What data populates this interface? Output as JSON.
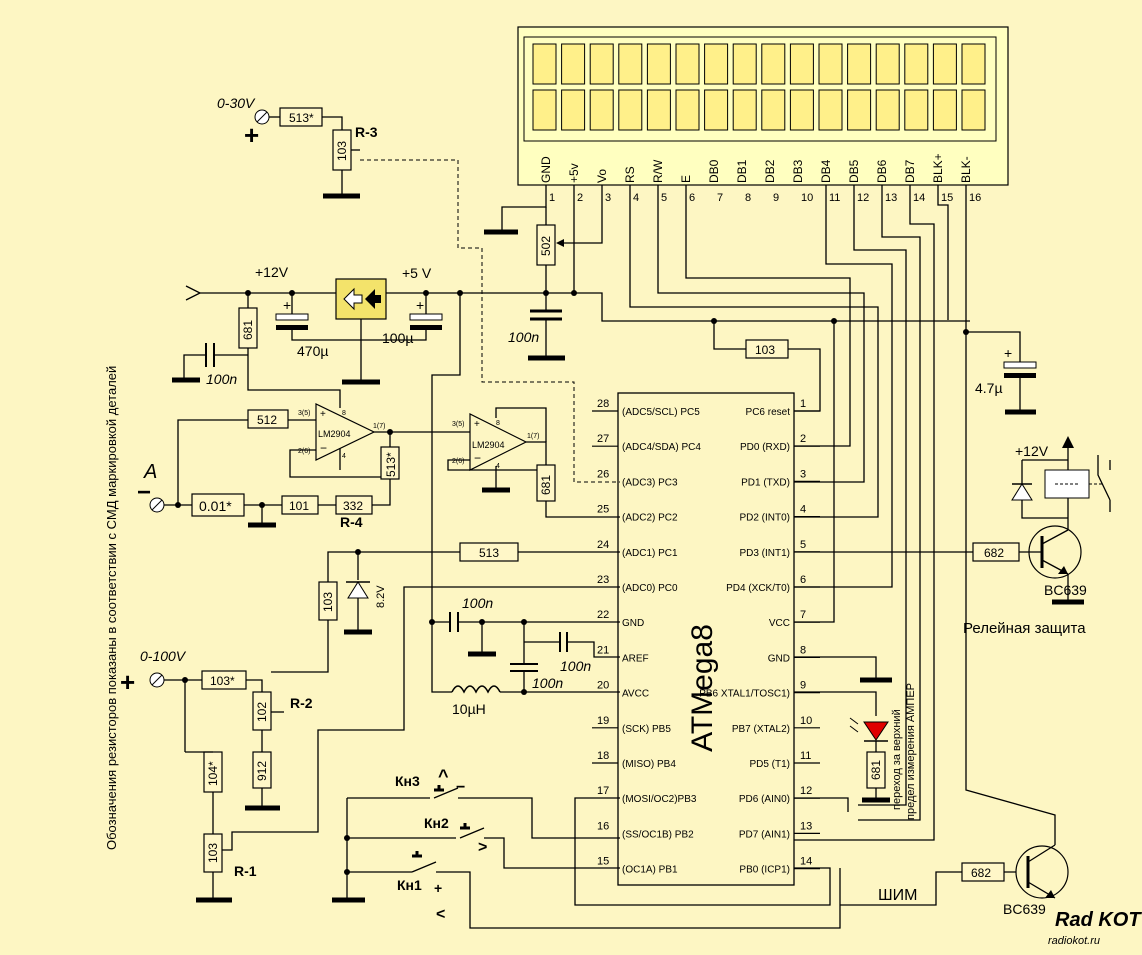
{
  "lcd": {
    "pins": [
      "GND",
      "+5v",
      "Vo",
      "RS",
      "R/W",
      "E",
      "DB0",
      "DB1",
      "DB2",
      "DB3",
      "DB4",
      "DB5",
      "DB6",
      "DB7",
      "BLK+",
      "BLK-"
    ],
    "numbers": [
      "1",
      "2",
      "3",
      "4",
      "5",
      "6",
      "7",
      "8",
      "9",
      "10",
      "11",
      "12",
      "13",
      "14",
      "15",
      "16"
    ]
  },
  "mcu": {
    "name": "ATMega8",
    "left_pins": [
      {
        "num": "28",
        "name": "(ADC5/SCL) PC5"
      },
      {
        "num": "27",
        "name": "(ADC4/SDA) PC4"
      },
      {
        "num": "26",
        "name": "(ADC3) PC3"
      },
      {
        "num": "25",
        "name": "(ADC2) PC2"
      },
      {
        "num": "24",
        "name": "(ADC1) PC1"
      },
      {
        "num": "23",
        "name": "(ADC0) PC0"
      },
      {
        "num": "22",
        "name": "GND"
      },
      {
        "num": "21",
        "name": "AREF"
      },
      {
        "num": "20",
        "name": "AVCC"
      },
      {
        "num": "19",
        "name": "(SCK) PB5"
      },
      {
        "num": "18",
        "name": "(MISO) PB4"
      },
      {
        "num": "17",
        "name": "(MOSI/OC2)PB3"
      },
      {
        "num": "16",
        "name": "(SS/OC1B) PB2"
      },
      {
        "num": "15",
        "name": "(OC1A) PB1"
      }
    ],
    "right_pins": [
      {
        "num": "1",
        "name": "PC6 reset"
      },
      {
        "num": "2",
        "name": "PD0 (RXD)"
      },
      {
        "num": "3",
        "name": "PD1 (TXD)"
      },
      {
        "num": "4",
        "name": "PD2 (INT0)"
      },
      {
        "num": "5",
        "name": "PD3 (INT1)"
      },
      {
        "num": "6",
        "name": "PD4 (XCK/T0)"
      },
      {
        "num": "7",
        "name": "VCC"
      },
      {
        "num": "8",
        "name": "GND"
      },
      {
        "num": "9",
        "name": "PB6 XTAL1/TOSC1)"
      },
      {
        "num": "10",
        "name": "PB7 (XTAL2)"
      },
      {
        "num": "11",
        "name": "PD5  (T1)"
      },
      {
        "num": "12",
        "name": "PD6 (AIN0)"
      },
      {
        "num": "13",
        "name": "PD7 (AIN1)"
      },
      {
        "num": "14",
        "name": "PB0 (ICP1)"
      }
    ]
  },
  "labels": {
    "v030": "0-30V",
    "v0100": "0-100V",
    "plus": "+",
    "minus": "−",
    "a": "A",
    "p12v": "+12V",
    "p5v": "+5 V",
    "p12v_relay": "+12V",
    "r3": "R-3",
    "r4": "R-4",
    "r2": "R-2",
    "r1": "R-1",
    "res_513s": "513*",
    "res_103a": "103",
    "res_502": "502",
    "res_681a": "681",
    "res_512": "512",
    "res_513s_b": "513*",
    "res_001": "0.01*",
    "res_101": "101",
    "res_332": "332",
    "res_681b": "681",
    "res_103b": "103",
    "res_513": "513",
    "res_103s": "103*",
    "res_102": "102",
    "res_912": "912",
    "res_104s": "104*",
    "res_103c": "103",
    "res_681c": "681",
    "res_682a": "682",
    "res_682b": "682",
    "c470": "470µ",
    "c100u": "100µ",
    "c100n_a": "100n",
    "c100n_b": "100n",
    "c100n_c": "100n",
    "c100n_d": "100n",
    "c100n_e": "100n",
    "c47": "4.7µ",
    "l10": "10µH",
    "opamp": "LM2904",
    "zener": "8.2V",
    "kn3": "Кн3",
    "kn2": "Кн2",
    "kn1": "Кн1",
    "up": "^",
    "dash": "−",
    "gt": ">",
    "plus_red": "+",
    "lt": "<",
    "bc639a": "BC639",
    "bc639b": "BC639",
    "relay": "Релейная защита",
    "pwm": "ШИМ",
    "jumper1": "переход за верхний",
    "jumper2": "предел измерения АМПЕР",
    "side": "Обозначения резисторов показаны в соответствии с СМД маркировкой деталей",
    "wm1": "Rad KOT",
    "wm2": "radiokot.ru"
  },
  "colors": {
    "background": "#fdf6c3",
    "lcd_body": "#ffffc0",
    "lcd_cell": "#fff08a",
    "side_text": "#0a6ab0",
    "relay_text": "#8a1a1a",
    "pwm_text": "#8a1a1a",
    "jumper_text": "#1a1ad0",
    "red_mark": "#e00000",
    "regulator": "#f3e36b"
  }
}
